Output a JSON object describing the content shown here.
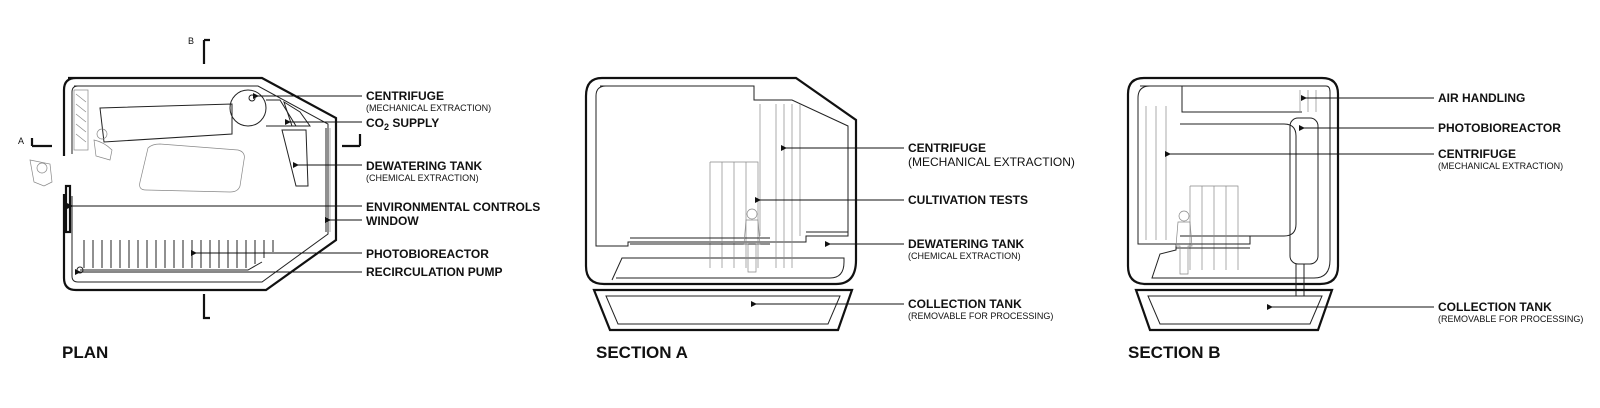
{
  "plan": {
    "title": "PLAN",
    "section_marks": [
      "B",
      "A"
    ],
    "labels": [
      {
        "main": "CENTRIFUGE",
        "sub": "(MECHANICAL EXTRACTION)"
      },
      {
        "main_pre": "CO",
        "main_subscript": "2",
        "main_post": " SUPPLY"
      },
      {
        "main": "DEWATERING TANK",
        "sub": "(CHEMICAL EXTRACTION)"
      },
      {
        "main": "ENVIRONMENTAL CONTROLS"
      },
      {
        "main": "WINDOW"
      },
      {
        "main": "PHOTOBIOREACTOR"
      },
      {
        "main": "RECIRCULATION PUMP"
      }
    ]
  },
  "section_a": {
    "title": "SECTION A",
    "labels": [
      {
        "main": "CENTRIFUGE",
        "sub": "(MECHANICAL EXTRACTION)"
      },
      {
        "main": "CULTIVATION TESTS"
      },
      {
        "main": "DEWATERING TANK",
        "sub": "(CHEMICAL EXTRACTION)"
      },
      {
        "main": "COLLECTION TANK",
        "sub": "(REMOVABLE FOR PROCESSING)"
      }
    ]
  },
  "section_b": {
    "title": "SECTION B",
    "labels": [
      {
        "main": "AIR HANDLING"
      },
      {
        "main": "PHOTOBIOREACTOR"
      },
      {
        "main": "CENTRIFUGE",
        "sub": "(MECHANICAL EXTRACTION)"
      },
      {
        "main": "COLLECTION TANK",
        "sub": "(REMOVABLE FOR PROCESSING)"
      }
    ]
  },
  "colors": {
    "line": "#111111",
    "background": "#ffffff"
  }
}
